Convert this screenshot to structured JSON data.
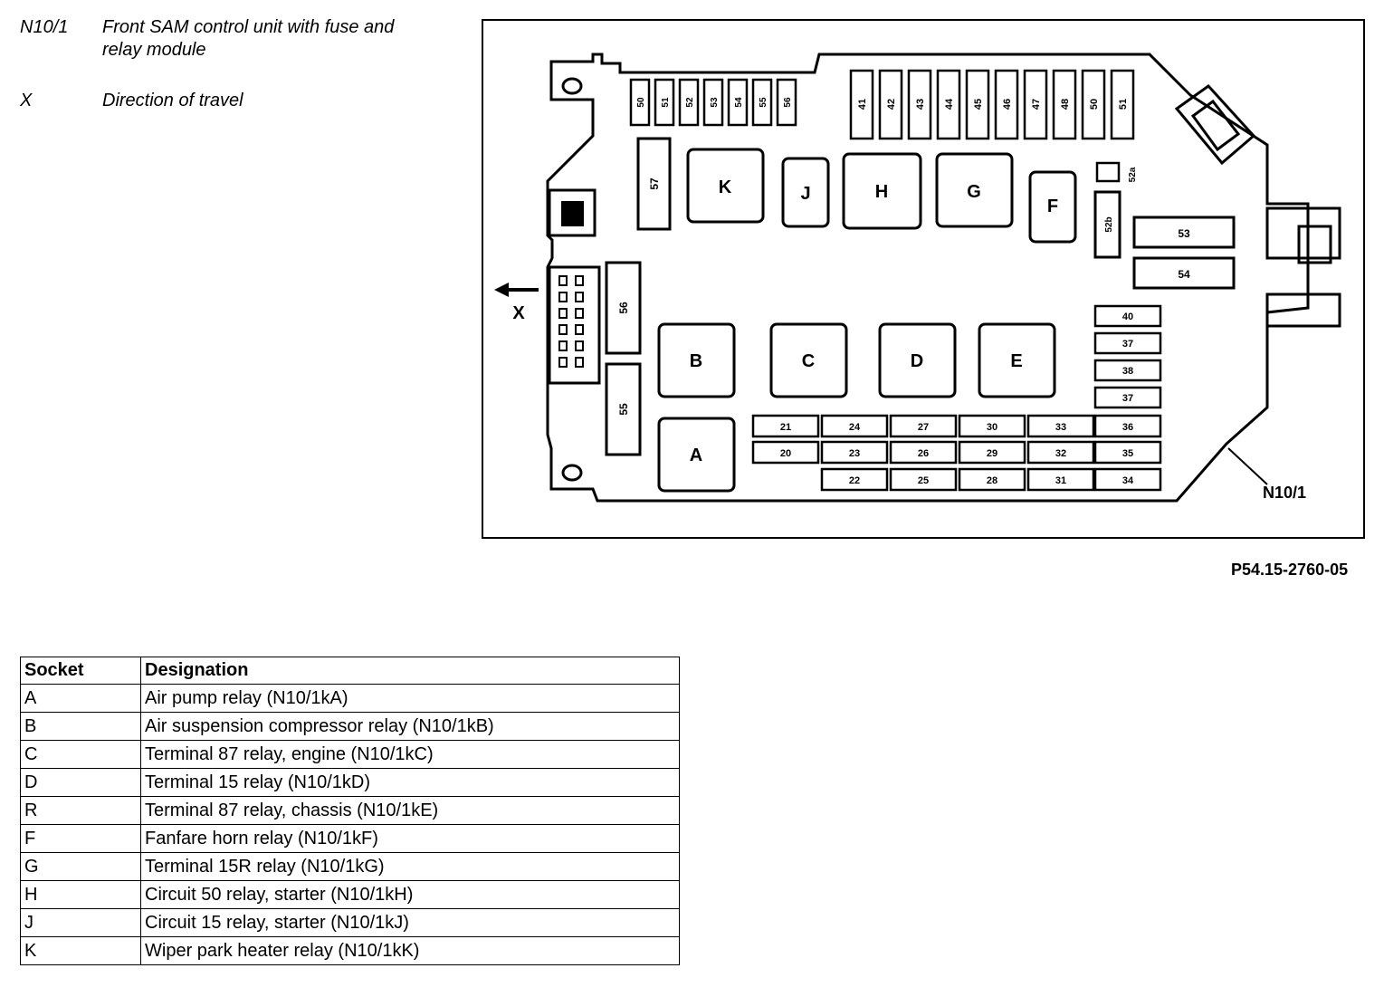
{
  "legend": [
    {
      "key": "N10/1",
      "description": "Front SAM control unit with fuse and relay module"
    },
    {
      "key": "X",
      "description": "Direction of travel"
    }
  ],
  "diagram": {
    "callout_label": "N10/1",
    "direction_label": "X",
    "figure_ref": "P54.15-2760-05",
    "relays": [
      {
        "label": "K"
      },
      {
        "label": "J"
      },
      {
        "label": "H"
      },
      {
        "label": "G"
      },
      {
        "label": "F"
      },
      {
        "label": "B"
      },
      {
        "label": "C"
      },
      {
        "label": "D"
      },
      {
        "label": "E"
      },
      {
        "label": "A"
      }
    ],
    "top_left_fuses": [
      "50",
      "51",
      "52",
      "53",
      "54",
      "55",
      "56"
    ],
    "top_right_fuses": [
      "41",
      "42",
      "43",
      "44",
      "45",
      "46",
      "47",
      "48",
      "50",
      "51"
    ],
    "vertical_fuses": [
      "57",
      "56",
      "55",
      "52b"
    ],
    "small_fuse": "52a",
    "right_fuses": [
      "53",
      "54"
    ],
    "right_column_fuses": [
      "40",
      "37",
      "38",
      "37"
    ],
    "grid_fuses": [
      [
        "21",
        "24",
        "27",
        "30",
        "33",
        "36"
      ],
      [
        "20",
        "23",
        "26",
        "29",
        "32",
        "35"
      ],
      [
        "22",
        "25",
        "28",
        "31",
        "34"
      ]
    ]
  },
  "table": {
    "headers": [
      "Socket",
      "Designation"
    ],
    "rows": [
      [
        "A",
        "Air pump relay (N10/1kA)"
      ],
      [
        "B",
        "Air suspension compressor relay (N10/1kB)"
      ],
      [
        "C",
        "Terminal 87 relay, engine (N10/1kC)"
      ],
      [
        "D",
        "Terminal 15 relay (N10/1kD)"
      ],
      [
        "R",
        "Terminal 87 relay, chassis (N10/1kE)"
      ],
      [
        "F",
        "Fanfare horn relay (N10/1kF)"
      ],
      [
        "G",
        "Terminal 15R relay (N10/1kG)"
      ],
      [
        "H",
        "Circuit 50 relay, starter (N10/1kH)"
      ],
      [
        "J",
        "Circuit 15 relay, starter (N10/1kJ)"
      ],
      [
        "K",
        "Wiper park heater relay (N10/1kK)"
      ]
    ]
  }
}
